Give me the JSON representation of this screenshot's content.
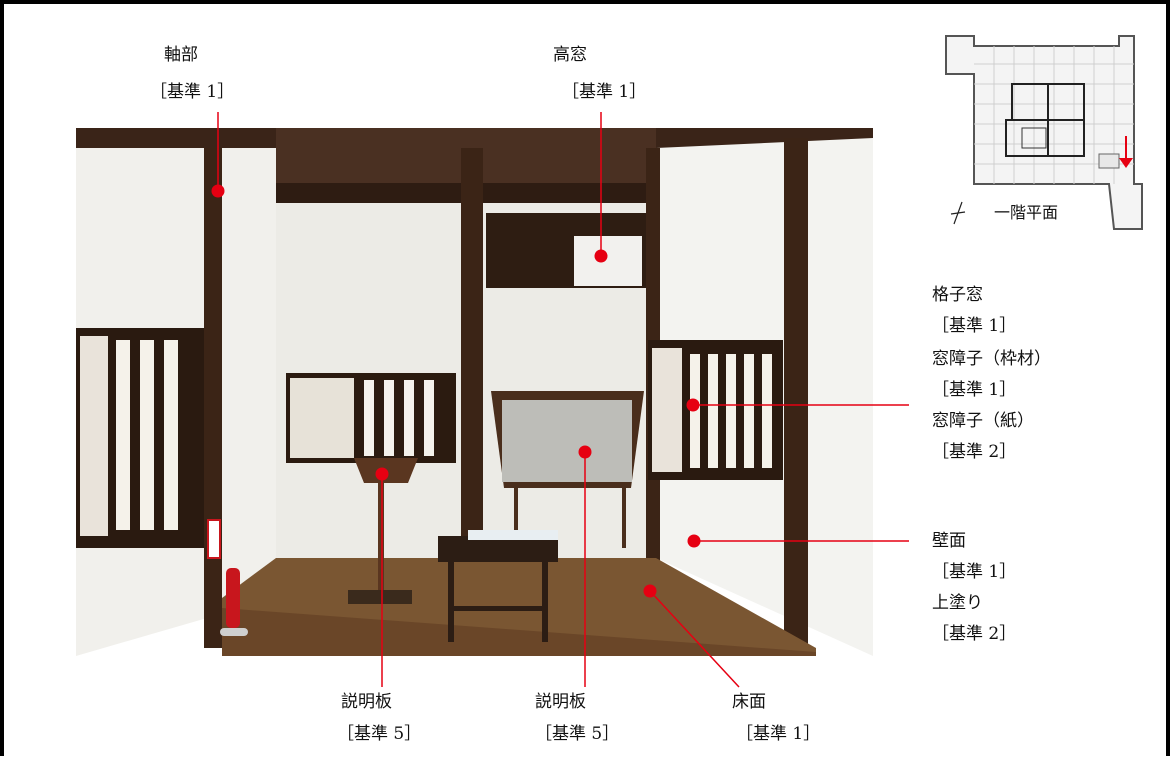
{
  "colors": {
    "marker": "#e60012",
    "line": "#e60012",
    "frame": "#000000"
  },
  "labels": {
    "jikubu": {
      "name": "軸部",
      "criterion": "［基準 1］"
    },
    "takamado": {
      "name": "高窓",
      "criterion": "［基準 1］"
    },
    "koshimado": {
      "name": "格子窓",
      "criterion": "［基準 1］"
    },
    "madoshoji_waku": {
      "name": "窓障子（枠材）",
      "criterion": "［基準 1］"
    },
    "madoshoji_kami": {
      "name": "窓障子（紙）",
      "criterion": "［基準 2］"
    },
    "hekimen": {
      "name": "壁面",
      "criterion": "［基準 1］"
    },
    "uwanuri": {
      "name": "上塗り",
      "criterion": "［基準 2］"
    },
    "setsumeiban1": {
      "name": "説明板",
      "criterion": "［基準 5］"
    },
    "setsumeiban2": {
      "name": "説明板",
      "criterion": "［基準 5］"
    },
    "yukamen": {
      "name": "床面",
      "criterion": "［基準 1］"
    }
  },
  "plan": {
    "caption": "一階平面",
    "icon": "north-arrow-icon"
  }
}
